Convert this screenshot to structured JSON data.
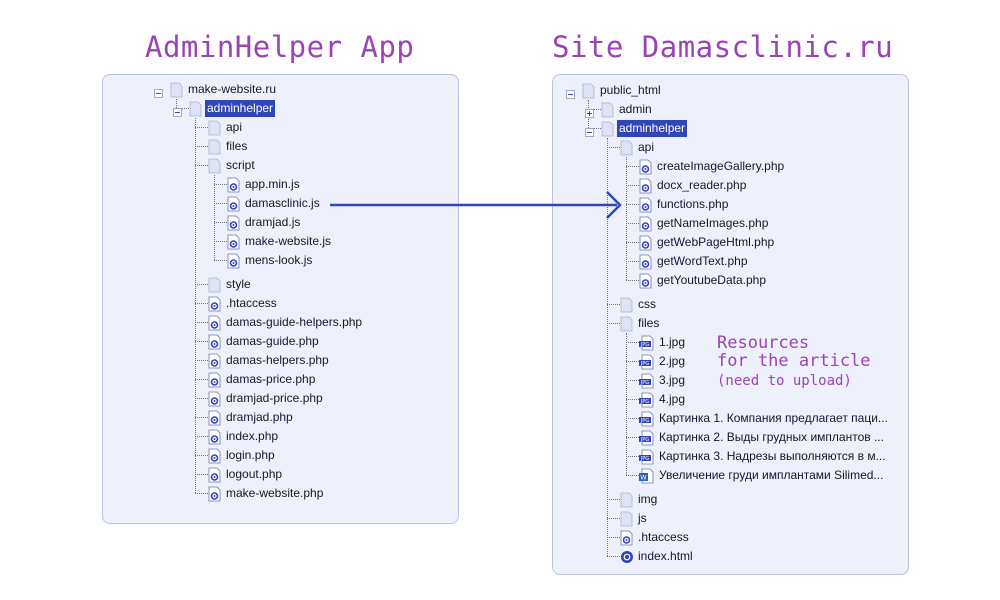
{
  "titles": {
    "left": "AdminHelper App",
    "right": "Site Damasclinic.ru"
  },
  "note": {
    "line1": "Resources",
    "line2": "for the article",
    "line3": "(need to upload)"
  },
  "colors": {
    "title": "#9a44b4",
    "arrow": "#3145b9",
    "panel_bg": "#eef1fb",
    "panel_border": "#b9c3e4",
    "selection": "#3145b9"
  },
  "left_tree": [
    {
      "id": "l0",
      "level": 0,
      "label": "make-website.ru",
      "icon": "folder",
      "expander": "minus"
    },
    {
      "id": "l1",
      "level": 1,
      "label": "adminhelper",
      "icon": "folder",
      "expander": "minus",
      "selected": true
    },
    {
      "id": "l2",
      "level": 2,
      "label": "api",
      "icon": "folder"
    },
    {
      "id": "l3",
      "level": 2,
      "label": "files",
      "icon": "folder"
    },
    {
      "id": "l4",
      "level": 2,
      "label": "script",
      "icon": "folder"
    },
    {
      "id": "l5",
      "level": 3,
      "label": "app.min.js",
      "icon": "script"
    },
    {
      "id": "l6",
      "level": 3,
      "label": "damasclinic.js",
      "icon": "script"
    },
    {
      "id": "l7",
      "level": 3,
      "label": "dramjad.js",
      "icon": "script"
    },
    {
      "id": "l8",
      "level": 3,
      "label": "make-website.js",
      "icon": "script"
    },
    {
      "id": "l9",
      "level": 3,
      "label": "mens-look.js",
      "icon": "script"
    },
    {
      "id": "l10",
      "level": 2,
      "label": "style",
      "icon": "folder"
    },
    {
      "id": "l11",
      "level": 2,
      "label": ".htaccess",
      "icon": "script"
    },
    {
      "id": "l12",
      "level": 2,
      "label": "damas-guide-helpers.php",
      "icon": "script"
    },
    {
      "id": "l13",
      "level": 2,
      "label": "damas-guide.php",
      "icon": "script"
    },
    {
      "id": "l14",
      "level": 2,
      "label": "damas-helpers.php",
      "icon": "script"
    },
    {
      "id": "l15",
      "level": 2,
      "label": "damas-price.php",
      "icon": "script"
    },
    {
      "id": "l16",
      "level": 2,
      "label": "dramjad-price.php",
      "icon": "script"
    },
    {
      "id": "l17",
      "level": 2,
      "label": "dramjad.php",
      "icon": "script"
    },
    {
      "id": "l18",
      "level": 2,
      "label": "index.php",
      "icon": "script"
    },
    {
      "id": "l19",
      "level": 2,
      "label": "login.php",
      "icon": "script"
    },
    {
      "id": "l20",
      "level": 2,
      "label": "logout.php",
      "icon": "script"
    },
    {
      "id": "l21",
      "level": 2,
      "label": "make-website.php",
      "icon": "script"
    }
  ],
  "right_tree": [
    {
      "id": "r0",
      "level": 0,
      "label": "public_html",
      "icon": "folder",
      "expander": "minus"
    },
    {
      "id": "r1",
      "level": 1,
      "label": "admin",
      "icon": "folder",
      "expander": "plus"
    },
    {
      "id": "r2",
      "level": 1,
      "label": "adminhelper",
      "icon": "folder",
      "expander": "minus",
      "selected": true
    },
    {
      "id": "r3",
      "level": 2,
      "label": "api",
      "icon": "folder"
    },
    {
      "id": "r4",
      "level": 3,
      "label": "createImageGallery.php",
      "icon": "script"
    },
    {
      "id": "r5",
      "level": 3,
      "label": "docx_reader.php",
      "icon": "script"
    },
    {
      "id": "r6",
      "level": 3,
      "label": "functions.php",
      "icon": "script"
    },
    {
      "id": "r7",
      "level": 3,
      "label": "getNameImages.php",
      "icon": "script"
    },
    {
      "id": "r8",
      "level": 3,
      "label": "getWebPageHtml.php",
      "icon": "script"
    },
    {
      "id": "r9",
      "level": 3,
      "label": "getWordText.php",
      "icon": "script"
    },
    {
      "id": "r10",
      "level": 3,
      "label": "getYoutubeData.php",
      "icon": "script"
    },
    {
      "id": "r11",
      "level": 2,
      "label": "css",
      "icon": "folder"
    },
    {
      "id": "r12",
      "level": 2,
      "label": "files",
      "icon": "folder"
    },
    {
      "id": "r13",
      "level": 3,
      "label": "1.jpg",
      "icon": "jpg"
    },
    {
      "id": "r14",
      "level": 3,
      "label": "2.jpg",
      "icon": "jpg"
    },
    {
      "id": "r15",
      "level": 3,
      "label": "3.jpg",
      "icon": "jpg"
    },
    {
      "id": "r16",
      "level": 3,
      "label": "4.jpg",
      "icon": "jpg"
    },
    {
      "id": "r17",
      "level": 3,
      "label": "Картинка 1. Компания предлагает паци...",
      "icon": "jpg"
    },
    {
      "id": "r18",
      "level": 3,
      "label": "Картинка 2. Выды грудных имплантов ...",
      "icon": "jpg"
    },
    {
      "id": "r19",
      "level": 3,
      "label": "Картинка 3. Надрезы выполняются в м...",
      "icon": "jpg"
    },
    {
      "id": "r20",
      "level": 3,
      "label": "Увеличение груди имплантами Silimed...",
      "icon": "word"
    },
    {
      "id": "r21",
      "level": 2,
      "label": "img",
      "icon": "folder"
    },
    {
      "id": "r22",
      "level": 2,
      "label": "js",
      "icon": "folder"
    },
    {
      "id": "r23",
      "level": 2,
      "label": ".htaccess",
      "icon": "script"
    },
    {
      "id": "r24",
      "level": 2,
      "label": "index.html",
      "icon": "chrome"
    }
  ]
}
